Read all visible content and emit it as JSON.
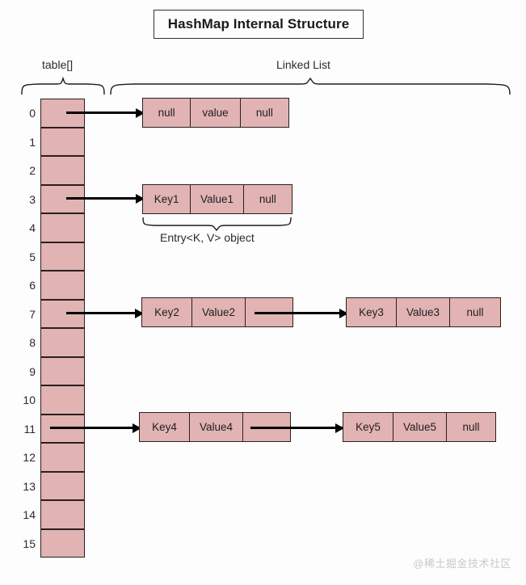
{
  "title": "HashMap Internal Structure",
  "labels": {
    "table_array": "table[]",
    "linked_list": "Linked List",
    "entry_object": "Entry<K, V> object"
  },
  "colors": {
    "cell_fill": "#e2b3b3",
    "border": "#2a2020",
    "arrow": "#000000",
    "watermark": "#c9c9c9"
  },
  "table": {
    "size": 16,
    "indices": [
      "0",
      "1",
      "2",
      "3",
      "4",
      "5",
      "6",
      "7",
      "8",
      "9",
      "10",
      "11",
      "12",
      "13",
      "14",
      "15"
    ],
    "occupied_indices": [
      0,
      3,
      7,
      11
    ]
  },
  "buckets": [
    {
      "index": "0",
      "nodes": [
        {
          "key": "null",
          "value": "value",
          "next": "null"
        }
      ]
    },
    {
      "index": "3",
      "nodes": [
        {
          "key": "Key1",
          "value": "Value1",
          "next": "null"
        }
      ]
    },
    {
      "index": "7",
      "nodes": [
        {
          "key": "Key2",
          "value": "Value2",
          "next": ""
        },
        {
          "key": "Key3",
          "value": "Value3",
          "next": "null"
        }
      ]
    },
    {
      "index": "11",
      "nodes": [
        {
          "key": "Key4",
          "value": "Value4",
          "next": ""
        },
        {
          "key": "Key5",
          "value": "Value5",
          "next": "null"
        }
      ]
    }
  ],
  "watermark": "@稀土掘金技术社区"
}
